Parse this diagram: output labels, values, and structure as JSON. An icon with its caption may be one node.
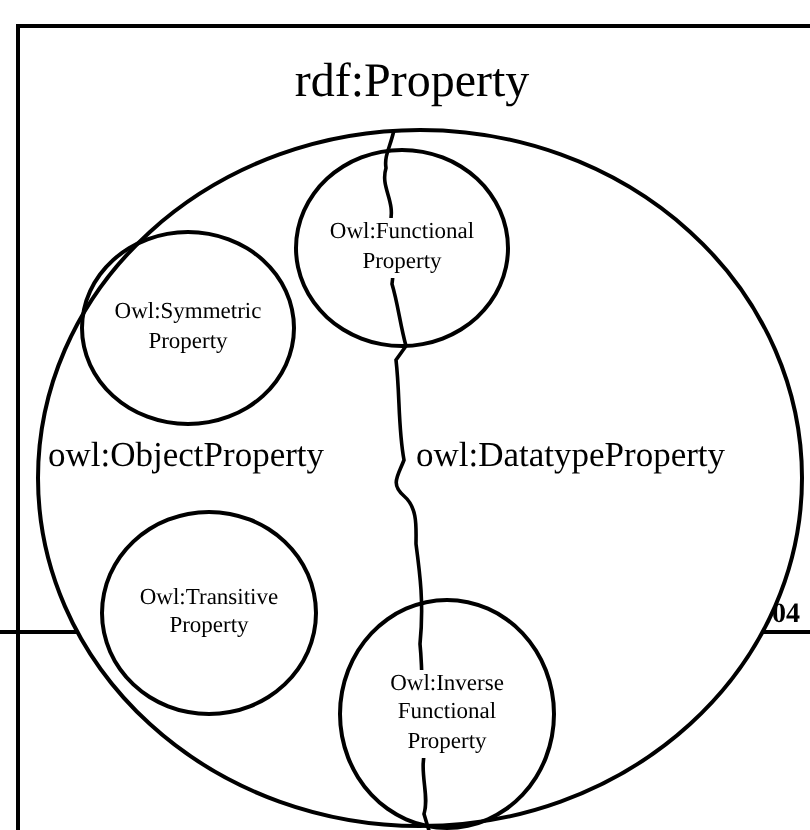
{
  "diagram": {
    "nodes": [
      {
        "text": [
          "rdf:Property"
        ]
      },
      {
        "text": [
          "owl:ObjectProperty",
          "owl:DatatypeProperty"
        ],
        "in": 0
      },
      {
        "text": [
          "Owl:Functional Property"
        ],
        "in": 1
      },
      {
        "text": [
          "Owl:Symmetric Property"
        ],
        "in": 1
      },
      {
        "text": [
          "Owl:Transitive Property"
        ],
        "in": 1
      },
      {
        "text": [
          "Owl:Inverse Functional Property"
        ],
        "in": 1
      }
    ],
    "labels": [
      "04"
    ]
  }
}
